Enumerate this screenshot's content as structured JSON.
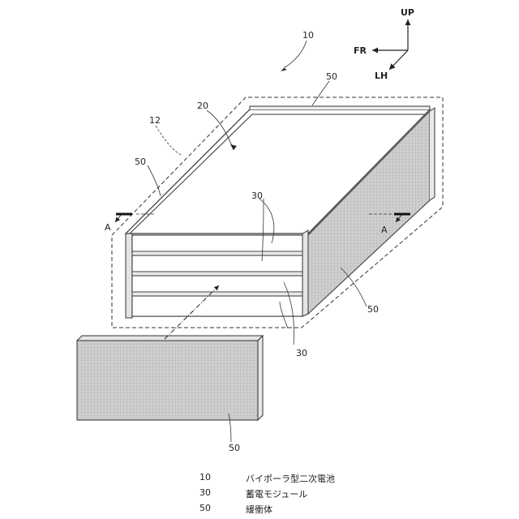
{
  "labels": {
    "assembly": "10",
    "outer_ref": "12",
    "inner_ref": "20",
    "module_a": "30",
    "module_b": "30",
    "buffer_top": "50",
    "buffer_left": "50",
    "buffer_right": "50",
    "buffer_plate": "50",
    "section_left": "A",
    "section_right": "A"
  },
  "directions": {
    "up": "UP",
    "front": "FR",
    "left_hand": "LH"
  },
  "legend": [
    {
      "num": "10",
      "text": "バイポーラ型二次電池"
    },
    {
      "num": "30",
      "text": "蓄電モジュール"
    },
    {
      "num": "50",
      "text": "緩衝体"
    }
  ],
  "colors": {
    "stroke": "#333333",
    "buffer_fill": "#c8c8c8",
    "top_fill": "#ffffff"
  }
}
